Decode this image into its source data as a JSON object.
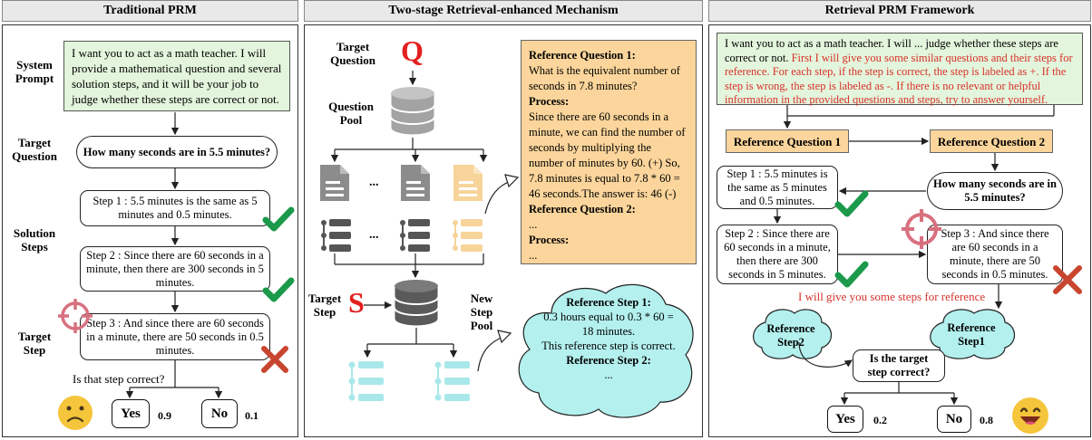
{
  "panel_titles": {
    "left": "Traditional PRM",
    "middle": "Two-stage Retrieval-enhanced Mechanism",
    "right": "Retrieval PRM  Framework"
  },
  "left": {
    "labels": {
      "system_prompt": "System Prompt",
      "target_question": "Target Question",
      "solution_steps": "Solution Steps",
      "target_step": "Target Step"
    },
    "prompt_text": "I want you to act as a math teacher. I will provide a mathematical question and several solution steps, and it will be your job to judge whether these steps are correct or not.",
    "question": "How many seconds are in 5.5 minutes?",
    "step1": "Step 1 : 5.5 minutes is the same as 5 minutes and 0.5 minutes.",
    "step2": "Step 2 : Since there are 60 seconds in a minute, then there are  300 seconds in 5 minutes.",
    "step3": "Step 3 : And since there are 60 seconds in a minute,  there are 50 seconds in 0.5 minutes.",
    "ask": "Is that step correct?",
    "yes": "Yes",
    "yes_score": "0.9",
    "no": "No",
    "no_score": "0.1"
  },
  "middle": {
    "target_question_label": "Target Question",
    "q_letter": "Q",
    "question_pool_label": "Question Pool",
    "dots": "...",
    "target_step_label": "Target Step",
    "s_letter": "S",
    "new_step_pool_label": "New Step Pool",
    "ref_panel": {
      "q1_title": "Reference Question 1",
      "q1_colon": ":",
      "q1_text": "What is the equivalent number of seconds in 7.8 minutes?",
      "process": "Process:",
      "process_text": "Since there are 60 seconds in a minute, we can find the number of seconds by multiplying the number of minutes by 60. (+) So, 7.8 minutes is equal to 7.8 * 60 = 46 seconds.The answer is: 46 (-)",
      "q2_title": "Reference Question 2:",
      "dots": "...",
      "process2": "Process:",
      "dots2": "..."
    },
    "cloud": {
      "step1_title": "Reference Step 1:",
      "step1_text": "0.3 hours equal to 0.3 * 60 = 18 minutes.",
      "step1_note": "This reference step is correct.",
      "step2_title": "Reference Step 2:",
      "dots": "..."
    }
  },
  "right": {
    "prompt_black": "I want you to act as a math teacher. I will ... judge whether these steps are correct or not.",
    "prompt_red": "First I will give you some similar questions and their steps for reference. For each step, if the step is correct, the step is labeled as +. If the step is wrong, the step is labeled as -. If there is no relevant or helpful information in the provided questions and steps, try to answer yourself.",
    "ref_q1": "Reference Question 1",
    "ref_q2": "Reference Question 2",
    "question": "How many seconds are in 5.5 minutes?",
    "step1": "Step 1 : 5.5 minutes is the same as 5 minutes and 0.5 minutes.",
    "step2": "Step 2 : Since there are 60 seconds in a minute, then there are  300 seconds in 5 minutes.",
    "step3": "Step 3 : And since there are 60 seconds in a minute,  there are 50 seconds in 0.5 minutes.",
    "steps_ref_note": "I will give you some steps for reference",
    "cloud_step2": "Reference Step2",
    "cloud_step1": "Reference Step1",
    "ask": "Is the target step correct?",
    "yes": "Yes",
    "yes_score": "0.2",
    "no": "No",
    "no_score": "0.8"
  },
  "colors": {
    "prompt_green": "#e3f5dc",
    "ref_orange": "#fbd59b",
    "cloud_cyan": "#b3f0ee",
    "check_green": "#1a9a4a",
    "cross_red": "#c8452f",
    "target_pink": "#d8707f",
    "red_letter": "#e31e1e",
    "db_gray": "#8c8c8c",
    "doc_orange": "#f7d49a",
    "list_cyan": "#a9e8ea"
  }
}
